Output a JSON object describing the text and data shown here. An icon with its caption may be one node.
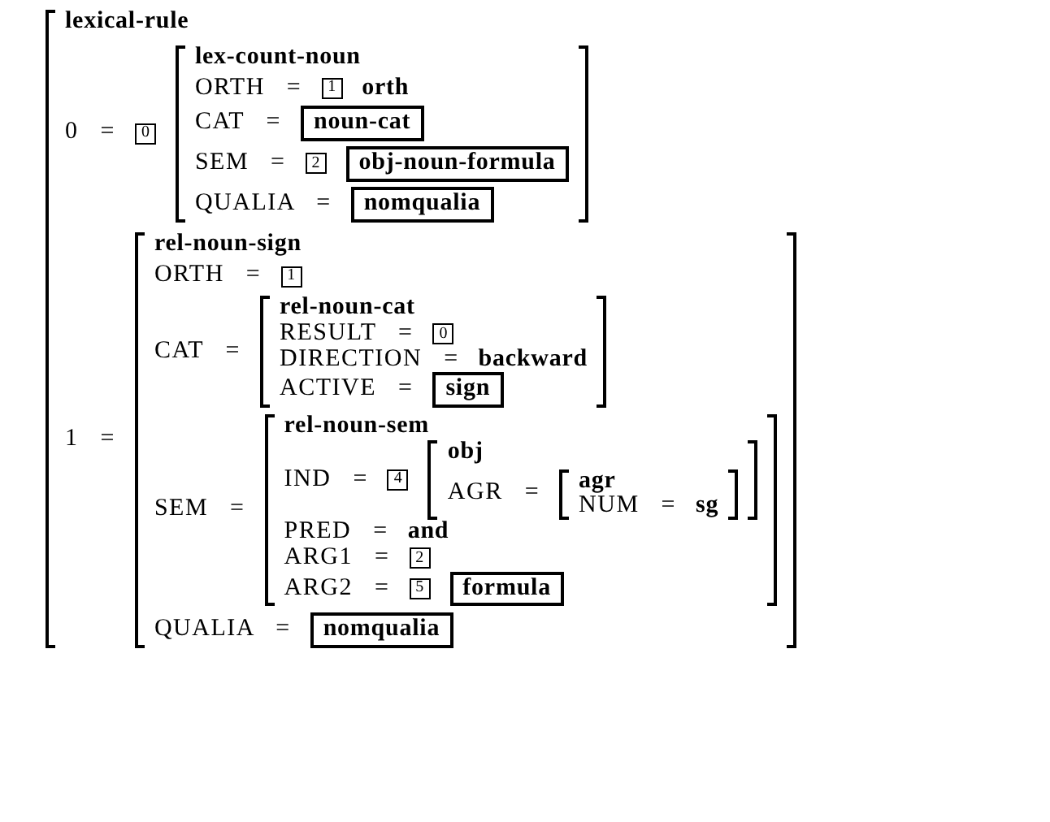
{
  "diagram": {
    "nodes": [
      {
        "text": [
          "lexical-rule"
        ]
      },
      {
        "text": [
          "0"
        ],
        "in": 0
      },
      {
        "text": [
          "lex-count-noun"
        ],
        "in": 0
      },
      {
        "text": [
          "1"
        ],
        "in": 2
      },
      {
        "text": [
          "noun-cat"
        ],
        "in": 2
      },
      {
        "text": [
          "2"
        ],
        "in": 2
      },
      {
        "text": [
          "obj-noun-formula"
        ],
        "in": 2
      },
      {
        "text": [
          "nomqualia"
        ],
        "in": 2
      },
      {
        "text": [
          "rel-noun-sign"
        ],
        "in": 0
      },
      {
        "text": [
          "1"
        ],
        "in": 8
      },
      {
        "text": [
          "rel-noun-cat"
        ],
        "in": 8
      },
      {
        "text": [
          "0"
        ],
        "in": 10
      },
      {
        "text": [
          "sign"
        ],
        "in": 10
      },
      {
        "text": [
          "rel-noun-sem"
        ],
        "in": 8
      },
      {
        "text": [
          "4"
        ],
        "in": 13
      },
      {
        "text": [
          "obj"
        ],
        "in": 13
      },
      {
        "text": [
          "agr"
        ],
        "in": 15
      },
      {
        "text": [
          "2"
        ],
        "in": 13
      },
      {
        "text": [
          "5"
        ],
        "in": 13
      },
      {
        "text": [
          "formula"
        ],
        "in": 13
      },
      {
        "text": [
          "nomqualia"
        ],
        "in": 8
      }
    ],
    "labels": [
      "0 =",
      "ORTH =",
      "orth",
      "CAT =",
      "SEM =",
      "QUALIA =",
      "1 =",
      "ORTH =",
      "CAT =",
      "RESULT =",
      "DIRECTION =",
      "backward",
      "ACTIVE =",
      "SEM =",
      "IND =",
      "AGR =",
      "NUM =",
      "sg",
      "PRED =",
      "and",
      "ARG1 =",
      "ARG2 =",
      "QUALIA ="
    ]
  }
}
